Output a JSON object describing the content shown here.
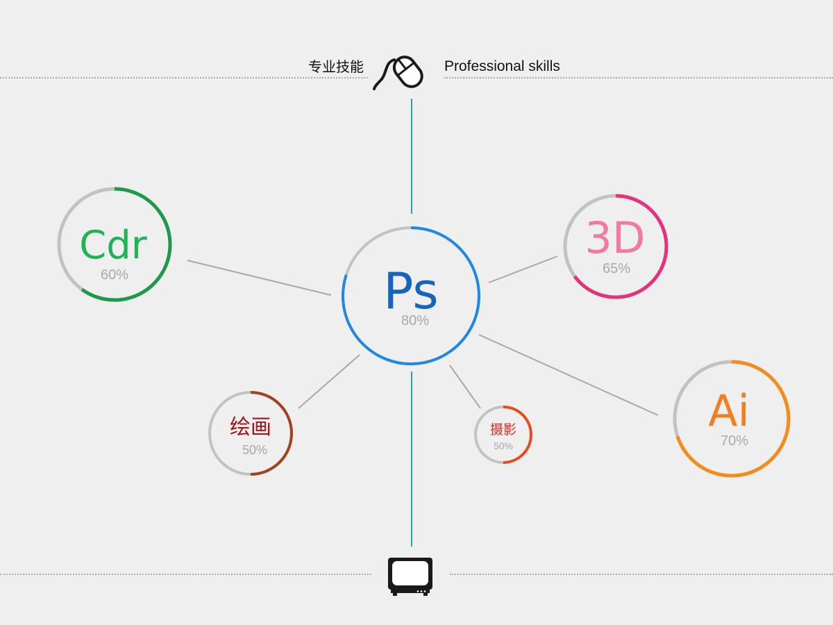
{
  "header": {
    "title_cn": "专业技能",
    "title_en": "Professional skills"
  },
  "icons": {
    "top": "mouse-icon",
    "bottom": "tv-icon"
  },
  "colors": {
    "background": "#eeefee",
    "track": "#c2c2c2",
    "connector": "#a8a8a8",
    "vertical_line": "#1aa3df"
  },
  "skills": [
    {
      "id": "ps",
      "label": "Ps",
      "percent_text": "80%",
      "percent": 80,
      "color": "#1e88e5",
      "label_color": "#1565c0"
    },
    {
      "id": "cdr",
      "label": "Cdr",
      "percent_text": "60%",
      "percent": 60,
      "color": "#1a9a4a",
      "label_color": "#1db356"
    },
    {
      "id": "3d",
      "label": "3D",
      "percent_text": "65%",
      "percent": 65,
      "color": "#e8317a",
      "label_color": "#f27aa2"
    },
    {
      "id": "ai",
      "label": "Ai",
      "percent_text": "70%",
      "percent": 70,
      "color": "#f28c1c",
      "label_color": "#f07e22"
    },
    {
      "id": "paint",
      "label": "绘画",
      "percent_text": "50%",
      "percent": 50,
      "color": "#a0431a",
      "label_color": "#a3141a"
    },
    {
      "id": "photo",
      "label": "摄影",
      "percent_text": "50%",
      "percent": 50,
      "color": "#e84c1c",
      "label_color": "#e8261e"
    }
  ]
}
